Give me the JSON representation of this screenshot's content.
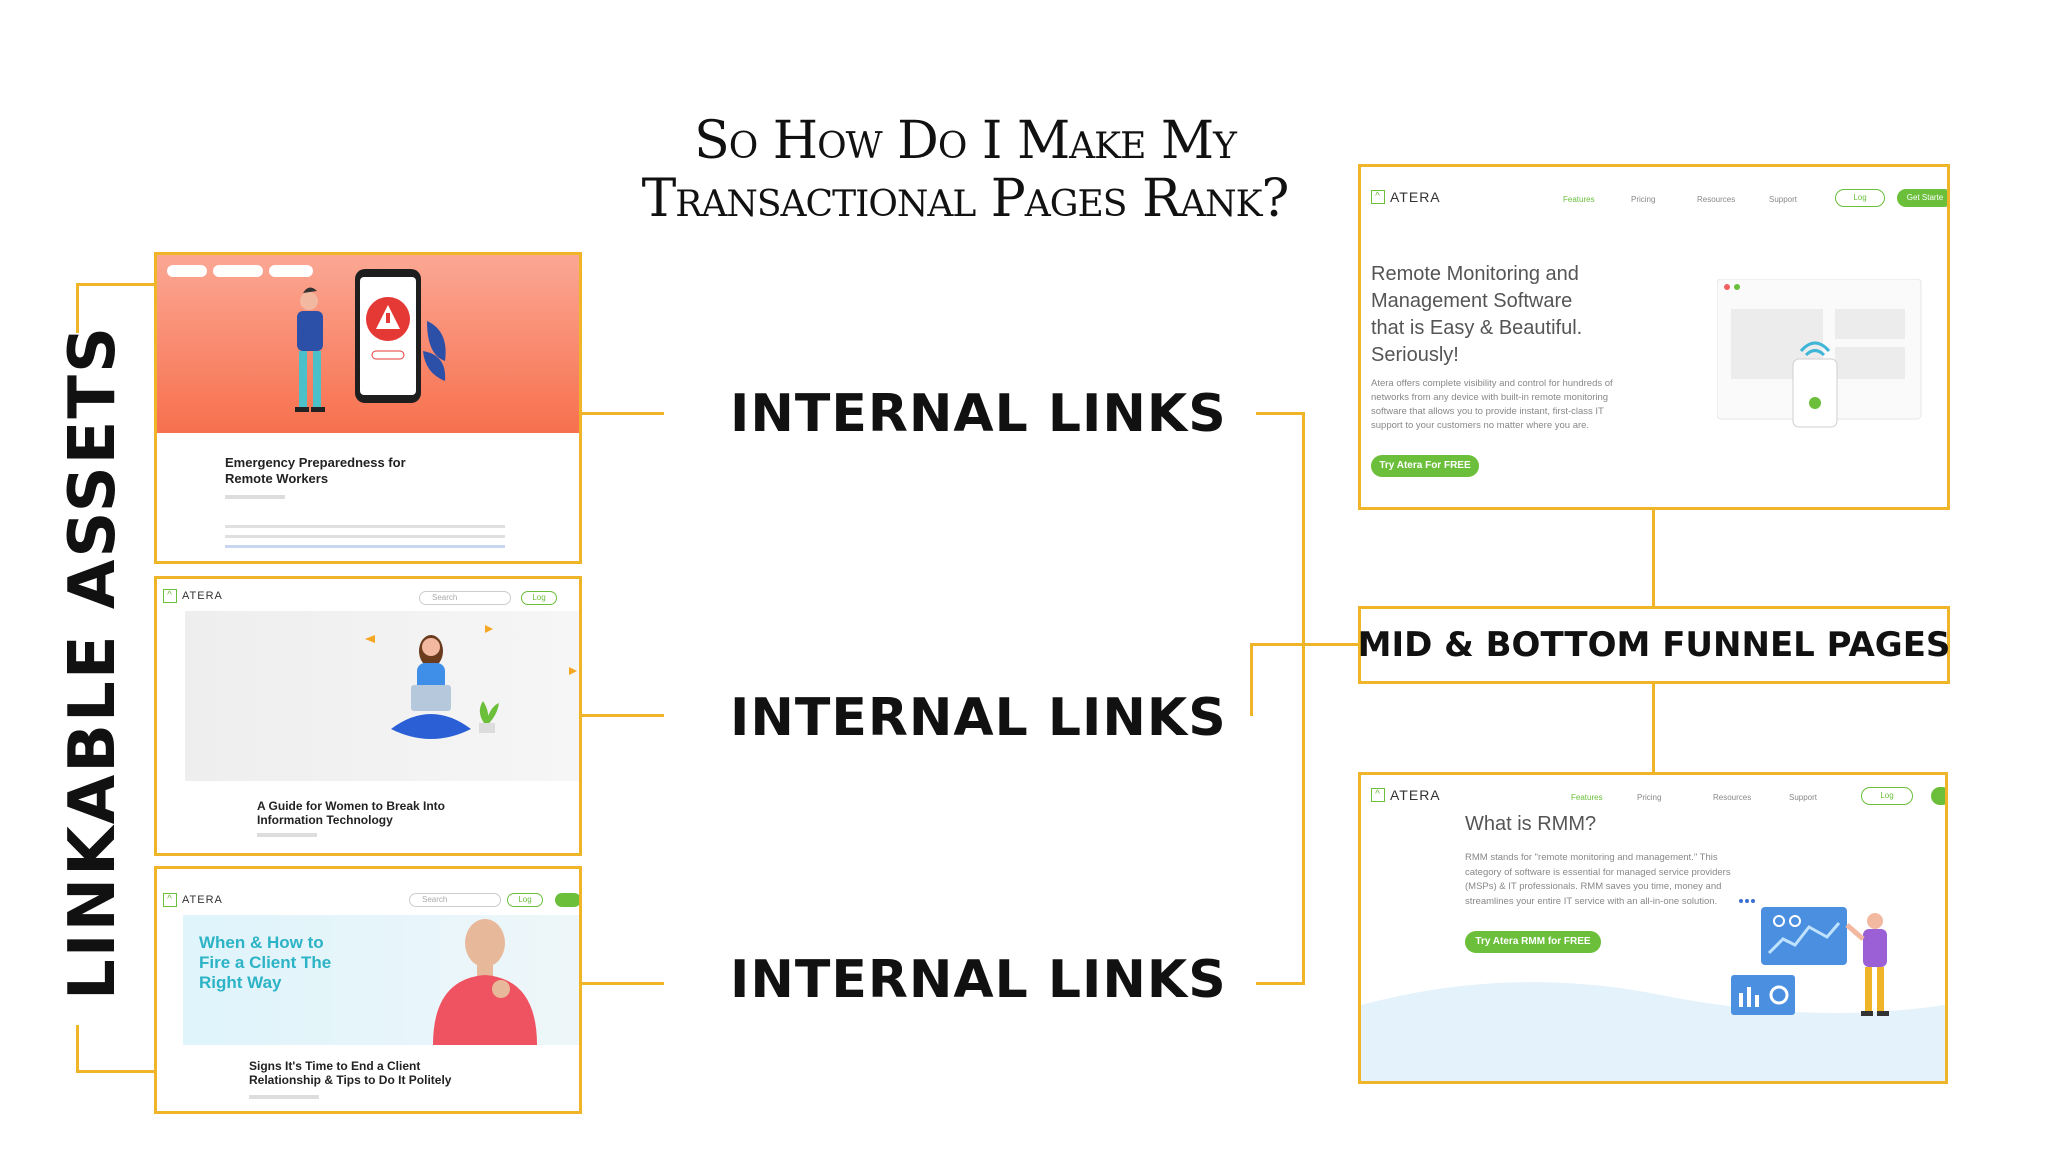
{
  "slide": {
    "title_line1": "So How Do I Make My",
    "title_line2": "Transactional Pages Rank?",
    "side_label": "LINKABLE ASSETS",
    "link_labels": [
      "INTERNAL LINKS",
      "INTERNAL LINKS",
      "INTERNAL LINKS"
    ],
    "funnel_label": "MID & BOTTOM FUNNEL PAGES",
    "accent_color": "#f0b429"
  },
  "assets": [
    {
      "title_line1": "Emergency Preparedness for",
      "title_line2": "Remote Workers"
    },
    {
      "brand": "ATERA",
      "title_line1": "A Guide for Women to Break Into",
      "title_line2": "Information Technology",
      "search": "Search",
      "log": "Log"
    },
    {
      "brand": "ATERA",
      "hero_line1": "When & How to",
      "hero_line2": "Fire a Client The",
      "hero_line3": "Right Way",
      "title_line1": "Signs It's Time to End a Client",
      "title_line2": "Relationship & Tips to Do It Politely",
      "search": "Search",
      "log": "Log"
    }
  ],
  "funnel_pages": [
    {
      "brand": "ATERA",
      "nav": [
        "Features",
        "Pricing",
        "Resources",
        "Support"
      ],
      "log": "Log",
      "get_started": "Get Starte",
      "headline_lines": [
        "Remote Monitoring and",
        "Management Software",
        "that is Easy & Beautiful.",
        "Seriously!"
      ],
      "body_lines": [
        "Atera offers complete visibility and control for hundreds of",
        "networks from any device with built-in remote monitoring",
        "software that allows you to provide instant, first-class IT",
        "support to your customers no matter where you are."
      ],
      "cta": "Try Atera For FREE"
    },
    {
      "brand": "ATERA",
      "nav": [
        "Features",
        "Pricing",
        "Resources",
        "Support"
      ],
      "log": "Log",
      "headline": "What is RMM?",
      "body_lines": [
        "RMM stands for \"remote monitoring and management.\" This",
        "category of software is essential for managed service providers",
        "(MSPs) & IT professionals. RMM saves you time, money and",
        "streamlines your entire IT service with an all-in-one solution."
      ],
      "cta": "Try Atera RMM for FREE"
    }
  ]
}
